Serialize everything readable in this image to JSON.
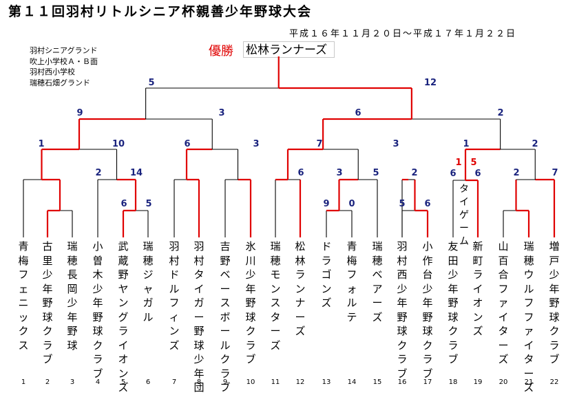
{
  "title": "第１１回羽村リトルシニア杯親善少年野球大会",
  "date_range": "平成１６年１１月２０日～平成１７年１月２２日",
  "venues": [
    "羽村シニアグランド",
    "吹上小学校Ａ・Ｂ面",
    "羽村西小学校",
    "瑞穂石畑グランド"
  ],
  "champion_label": "優勝",
  "champion_team": "松林ランナーズ",
  "tiebreak_label": "タイゲーム",
  "teams": [
    {
      "seed": "1",
      "name": "青梅フェニックス"
    },
    {
      "seed": "2",
      "name": "古里少年野球クラブ"
    },
    {
      "seed": "3",
      "name": "瑞穂長岡少年野球"
    },
    {
      "seed": "4",
      "name": "小曽木少年野球クラブ"
    },
    {
      "seed": "5",
      "name": "武蔵野ヤングライオンズ"
    },
    {
      "seed": "6",
      "name": "瑞穂ジャガル"
    },
    {
      "seed": "7",
      "name": "羽村ドルフィンズ"
    },
    {
      "seed": "8",
      "name": "羽村タイガー野球少年団"
    },
    {
      "seed": "9",
      "name": "吉野ベースボールクラブ"
    },
    {
      "seed": "10",
      "name": "氷川少年野球クラブ"
    },
    {
      "seed": "11",
      "name": "瑞穂モンスターズ"
    },
    {
      "seed": "12",
      "name": "松林ランナーズ"
    },
    {
      "seed": "13",
      "name": "ドラゴンズ"
    },
    {
      "seed": "14",
      "name": "青梅フォルテ"
    },
    {
      "seed": "15",
      "name": "瑞穂ベアーズ"
    },
    {
      "seed": "16",
      "name": "羽村西少年野球クラブ"
    },
    {
      "seed": "17",
      "name": "小作台少年野球クラブ"
    },
    {
      "seed": "18",
      "name": "友田少年野球クラブ"
    },
    {
      "seed": "19",
      "name": "新町ライオンズ"
    },
    {
      "seed": "20",
      "name": "山百合ファイターズ"
    },
    {
      "seed": "21",
      "name": "瑞穂ウルフファイターズ"
    },
    {
      "seed": "22",
      "name": "増戸少年野球クラブ"
    }
  ],
  "scores": [
    {
      "text": "5",
      "color": "#1a237e"
    },
    {
      "text": "12",
      "color": "#1a237e"
    },
    {
      "text": "9",
      "color": "#1a237e"
    },
    {
      "text": "3",
      "color": "#1a237e"
    },
    {
      "text": "6",
      "color": "#1a237e"
    },
    {
      "text": "2",
      "color": "#1a237e"
    },
    {
      "text": "1",
      "color": "#1a237e"
    },
    {
      "text": "10",
      "color": "#1a237e"
    },
    {
      "text": "6",
      "color": "#1a237e"
    },
    {
      "text": "3",
      "color": "#1a237e"
    },
    {
      "text": "7",
      "color": "#1a237e"
    },
    {
      "text": "3",
      "color": "#1a237e"
    },
    {
      "text": "1",
      "color": "#1a237e"
    },
    {
      "text": "2",
      "color": "#1a237e"
    },
    {
      "text": "2",
      "color": "#1a237e"
    },
    {
      "text": "14",
      "color": "#1a237e"
    },
    {
      "text": "6",
      "color": "#1a237e"
    },
    {
      "text": "3",
      "color": "#1a237e"
    },
    {
      "text": "5",
      "color": "#1a237e"
    },
    {
      "text": "2",
      "color": "#1a237e"
    },
    {
      "text": "1",
      "color": "#e00000"
    },
    {
      "text": "5",
      "color": "#e00000"
    },
    {
      "text": "6",
      "color": "#1a237e"
    },
    {
      "text": "6",
      "color": "#1a237e"
    },
    {
      "text": "2",
      "color": "#1a237e"
    },
    {
      "text": "7",
      "color": "#1a237e"
    },
    {
      "text": "6",
      "color": "#1a237e"
    },
    {
      "text": "5",
      "color": "#1a237e"
    },
    {
      "text": "9",
      "color": "#1a237e"
    },
    {
      "text": "0",
      "color": "#1a237e"
    },
    {
      "text": "5",
      "color": "#1a237e"
    },
    {
      "text": "6",
      "color": "#1a237e"
    }
  ],
  "line_colors": {
    "winner": "#e00000",
    "loser": "#000000"
  }
}
